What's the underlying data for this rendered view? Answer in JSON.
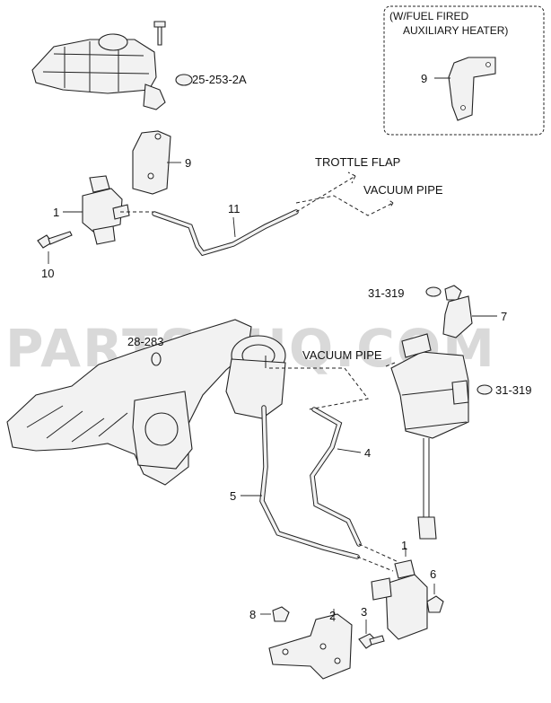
{
  "watermark": "PARTSOUQ.COM",
  "inset": {
    "title_line1": "(W/FUEL FIRED",
    "title_line2": "AUXILIARY HEATER)",
    "part_number": "9"
  },
  "callouts": {
    "top_9": "9",
    "top_1": "1",
    "top_10": "10",
    "top_11": "11",
    "ref_25_253_2a": "25-253-2A",
    "trottle_flap": "TROTTLE FLAP",
    "vacuum_pipe_top": "VACUUM PIPE",
    "ref_31_319_top": "31-319",
    "ref_31_319_right": "31-319",
    "ref_28_283": "28-283",
    "vacuum_pipe_mid": "VACUUM PIPE",
    "n7": "7",
    "n4": "4",
    "n5": "5",
    "n1_bottom": "1",
    "n6": "6",
    "n3": "3",
    "n2": "2",
    "n8": "8"
  }
}
